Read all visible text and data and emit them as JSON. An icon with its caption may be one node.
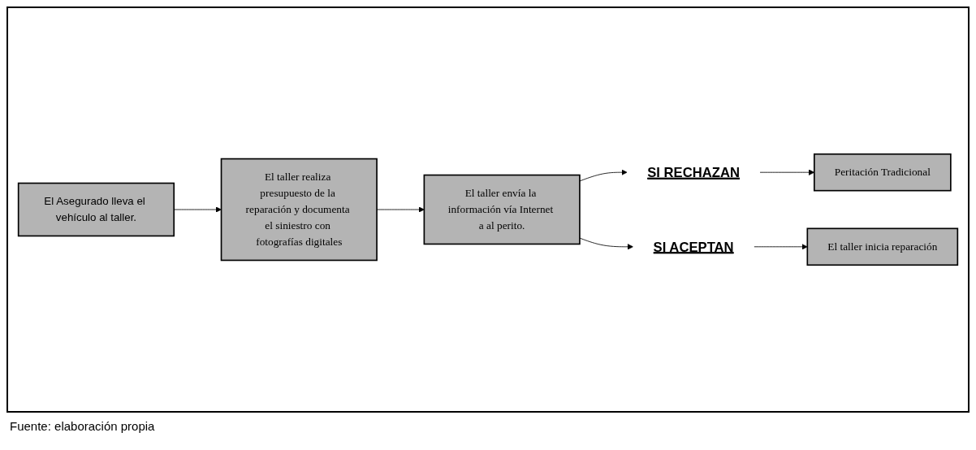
{
  "diagram": {
    "caption": "Fuente: elaboración propia",
    "nodes": [
      {
        "text": [
          "El Asegurado lleva el vehículo al taller."
        ]
      },
      {
        "text": [
          "El taller realiza presupuesto de la reparación y documenta el siniestro con fotografías digitales"
        ]
      },
      {
        "text": [
          "El taller envía la información vía Internet a al perito."
        ]
      },
      {
        "text": [
          "SI RECHAZAN"
        ]
      },
      {
        "text": [
          "SI ACEPTAN"
        ]
      },
      {
        "text": [
          "Peritación Tradicional"
        ]
      },
      {
        "text": [
          "El taller inicia reparación"
        ]
      }
    ],
    "edges": [
      {
        "from": 0,
        "to": 1,
        "arrow": "to"
      },
      {
        "from": 1,
        "to": 2,
        "arrow": "to"
      },
      {
        "from": 2,
        "to": 3,
        "arrow": "to"
      },
      {
        "from": 2,
        "to": 4,
        "arrow": "to"
      },
      {
        "from": 3,
        "to": 5,
        "arrow": "to"
      },
      {
        "from": 4,
        "to": 6,
        "arrow": "to"
      }
    ]
  }
}
